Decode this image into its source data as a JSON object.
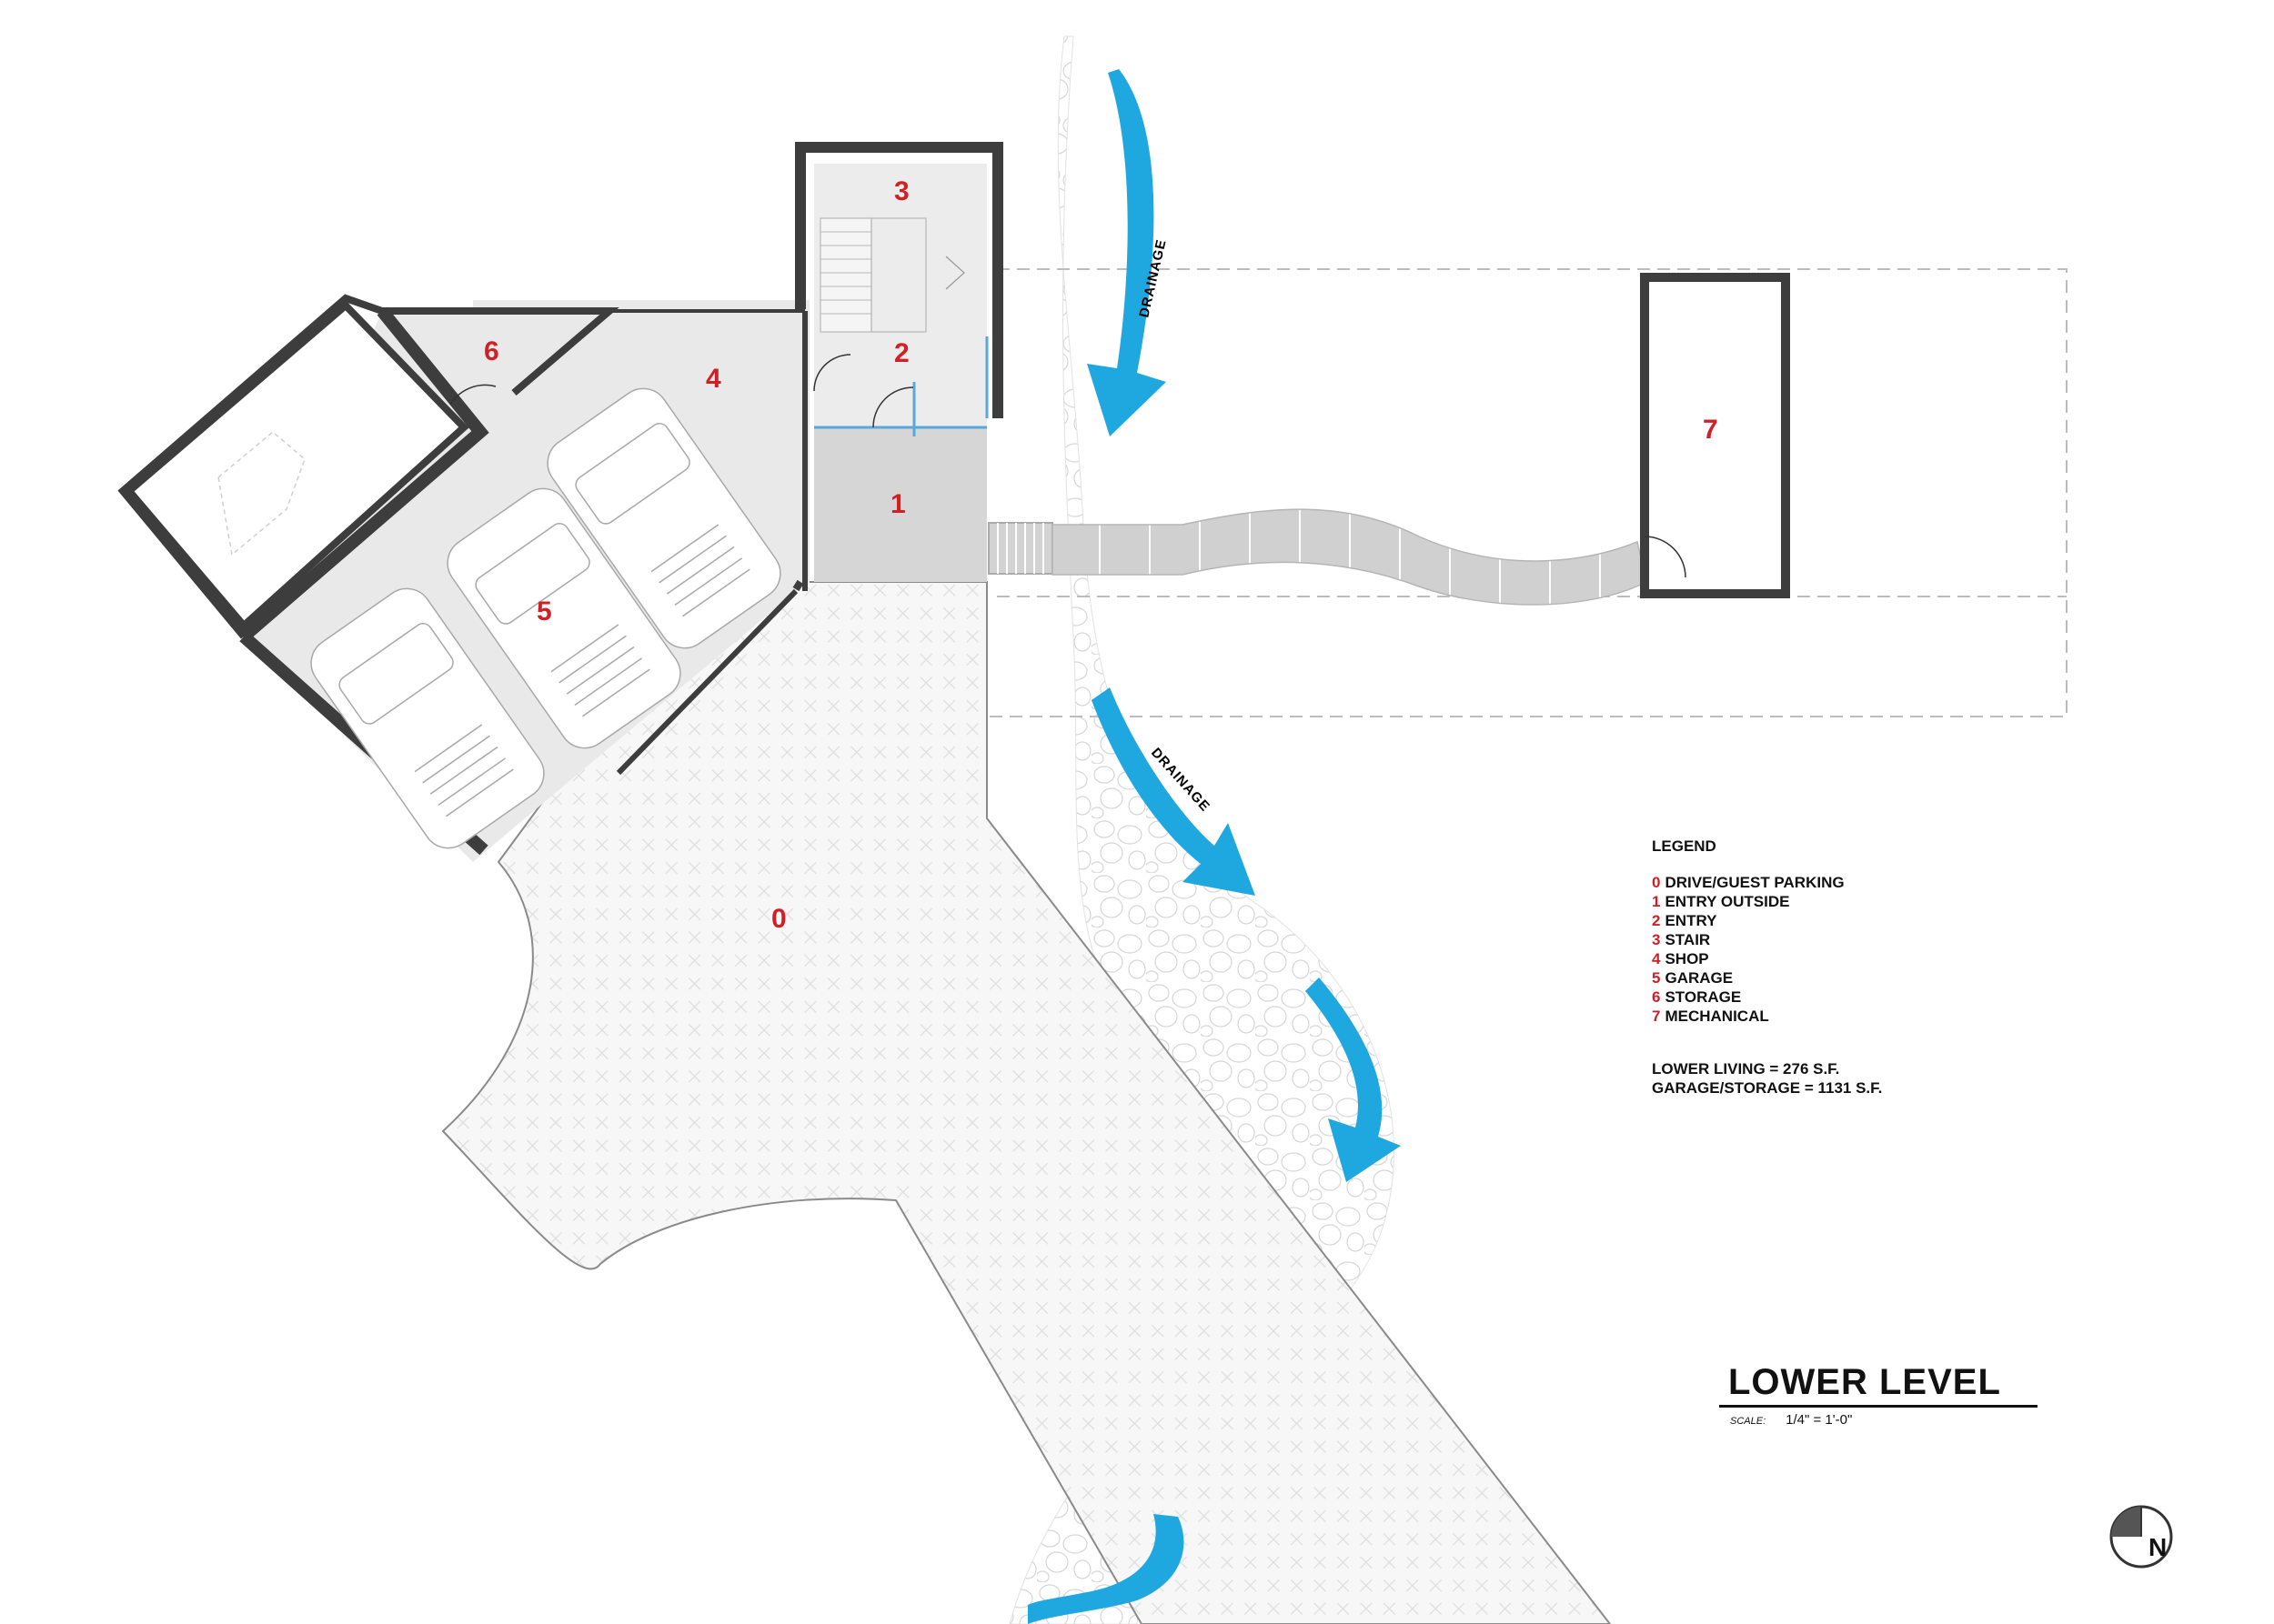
{
  "drawing": {
    "title": "LOWER LEVEL",
    "scale_label": "SCALE:",
    "scale_value": "1/4\" = 1'-0\""
  },
  "rooms": {
    "r0": "0",
    "r1": "1",
    "r2": "2",
    "r3": "3",
    "r4": "4",
    "r5": "5",
    "r6": "6",
    "r7": "7"
  },
  "drainage": {
    "label_top": "DRAINAGE",
    "label_mid": "DRAINAGE"
  },
  "legend": {
    "title": "LEGEND",
    "items": [
      {
        "num": "0",
        "label": "DRIVE/GUEST PARKING"
      },
      {
        "num": "1",
        "label": "ENTRY OUTSIDE"
      },
      {
        "num": "2",
        "label": "ENTRY"
      },
      {
        "num": "3",
        "label": "STAIR"
      },
      {
        "num": "4",
        "label": "SHOP"
      },
      {
        "num": "5",
        "label": "GARAGE"
      },
      {
        "num": "6",
        "label": "STORAGE"
      },
      {
        "num": "7",
        "label": "MECHANICAL"
      }
    ],
    "areas": [
      "LOWER LIVING = 276 S.F.",
      "GARAGE/STORAGE = 1131 S.F."
    ]
  },
  "north_arrow": {
    "letter": "N",
    "icon": "north-arrow-icon"
  },
  "colors": {
    "room_number": "#d11f26",
    "drainage_arrow": "#1fa8e0",
    "wall": "#3d3d3d",
    "floor_fill": "#e9e9e9",
    "entry_fill": "#d6d6d6"
  }
}
